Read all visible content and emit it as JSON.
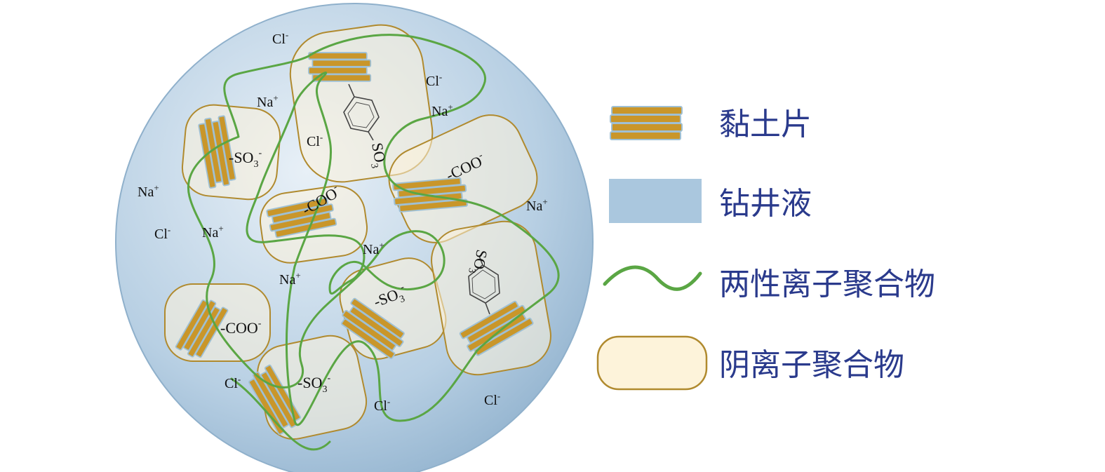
{
  "ions": {
    "cl": "Cl",
    "cl_charge": "-",
    "na": "Na",
    "na_charge": "+"
  },
  "groups": {
    "sulfonate_main": "-SO",
    "sulfonate_sub": "3",
    "sulfonate_charge": "-",
    "carboxylate": "-COO",
    "carboxylate_charge": "-",
    "ring_sulfonate": "SO",
    "ring_sulfonate_sub": "3"
  },
  "legend": {
    "clay": {
      "label": "黏土片",
      "icon": "clay-sheet-icon"
    },
    "fluid": {
      "label": "钻井液",
      "icon": "fluid-swatch-icon"
    },
    "amphoteric": {
      "label": "两性离子聚合物",
      "icon": "wave-line-icon"
    },
    "anionic": {
      "label": "阴离子聚合物",
      "icon": "rounded-capsule-icon"
    }
  },
  "colors": {
    "clay": "#c9962a",
    "clay_edge": "#a6c3d6",
    "fluid": "#aac7de",
    "polymer_line": "#5aa644",
    "capsule_fill": "#fdf3da",
    "capsule_edge": "#b08a2e",
    "legend_text": "#2a3a8c"
  }
}
